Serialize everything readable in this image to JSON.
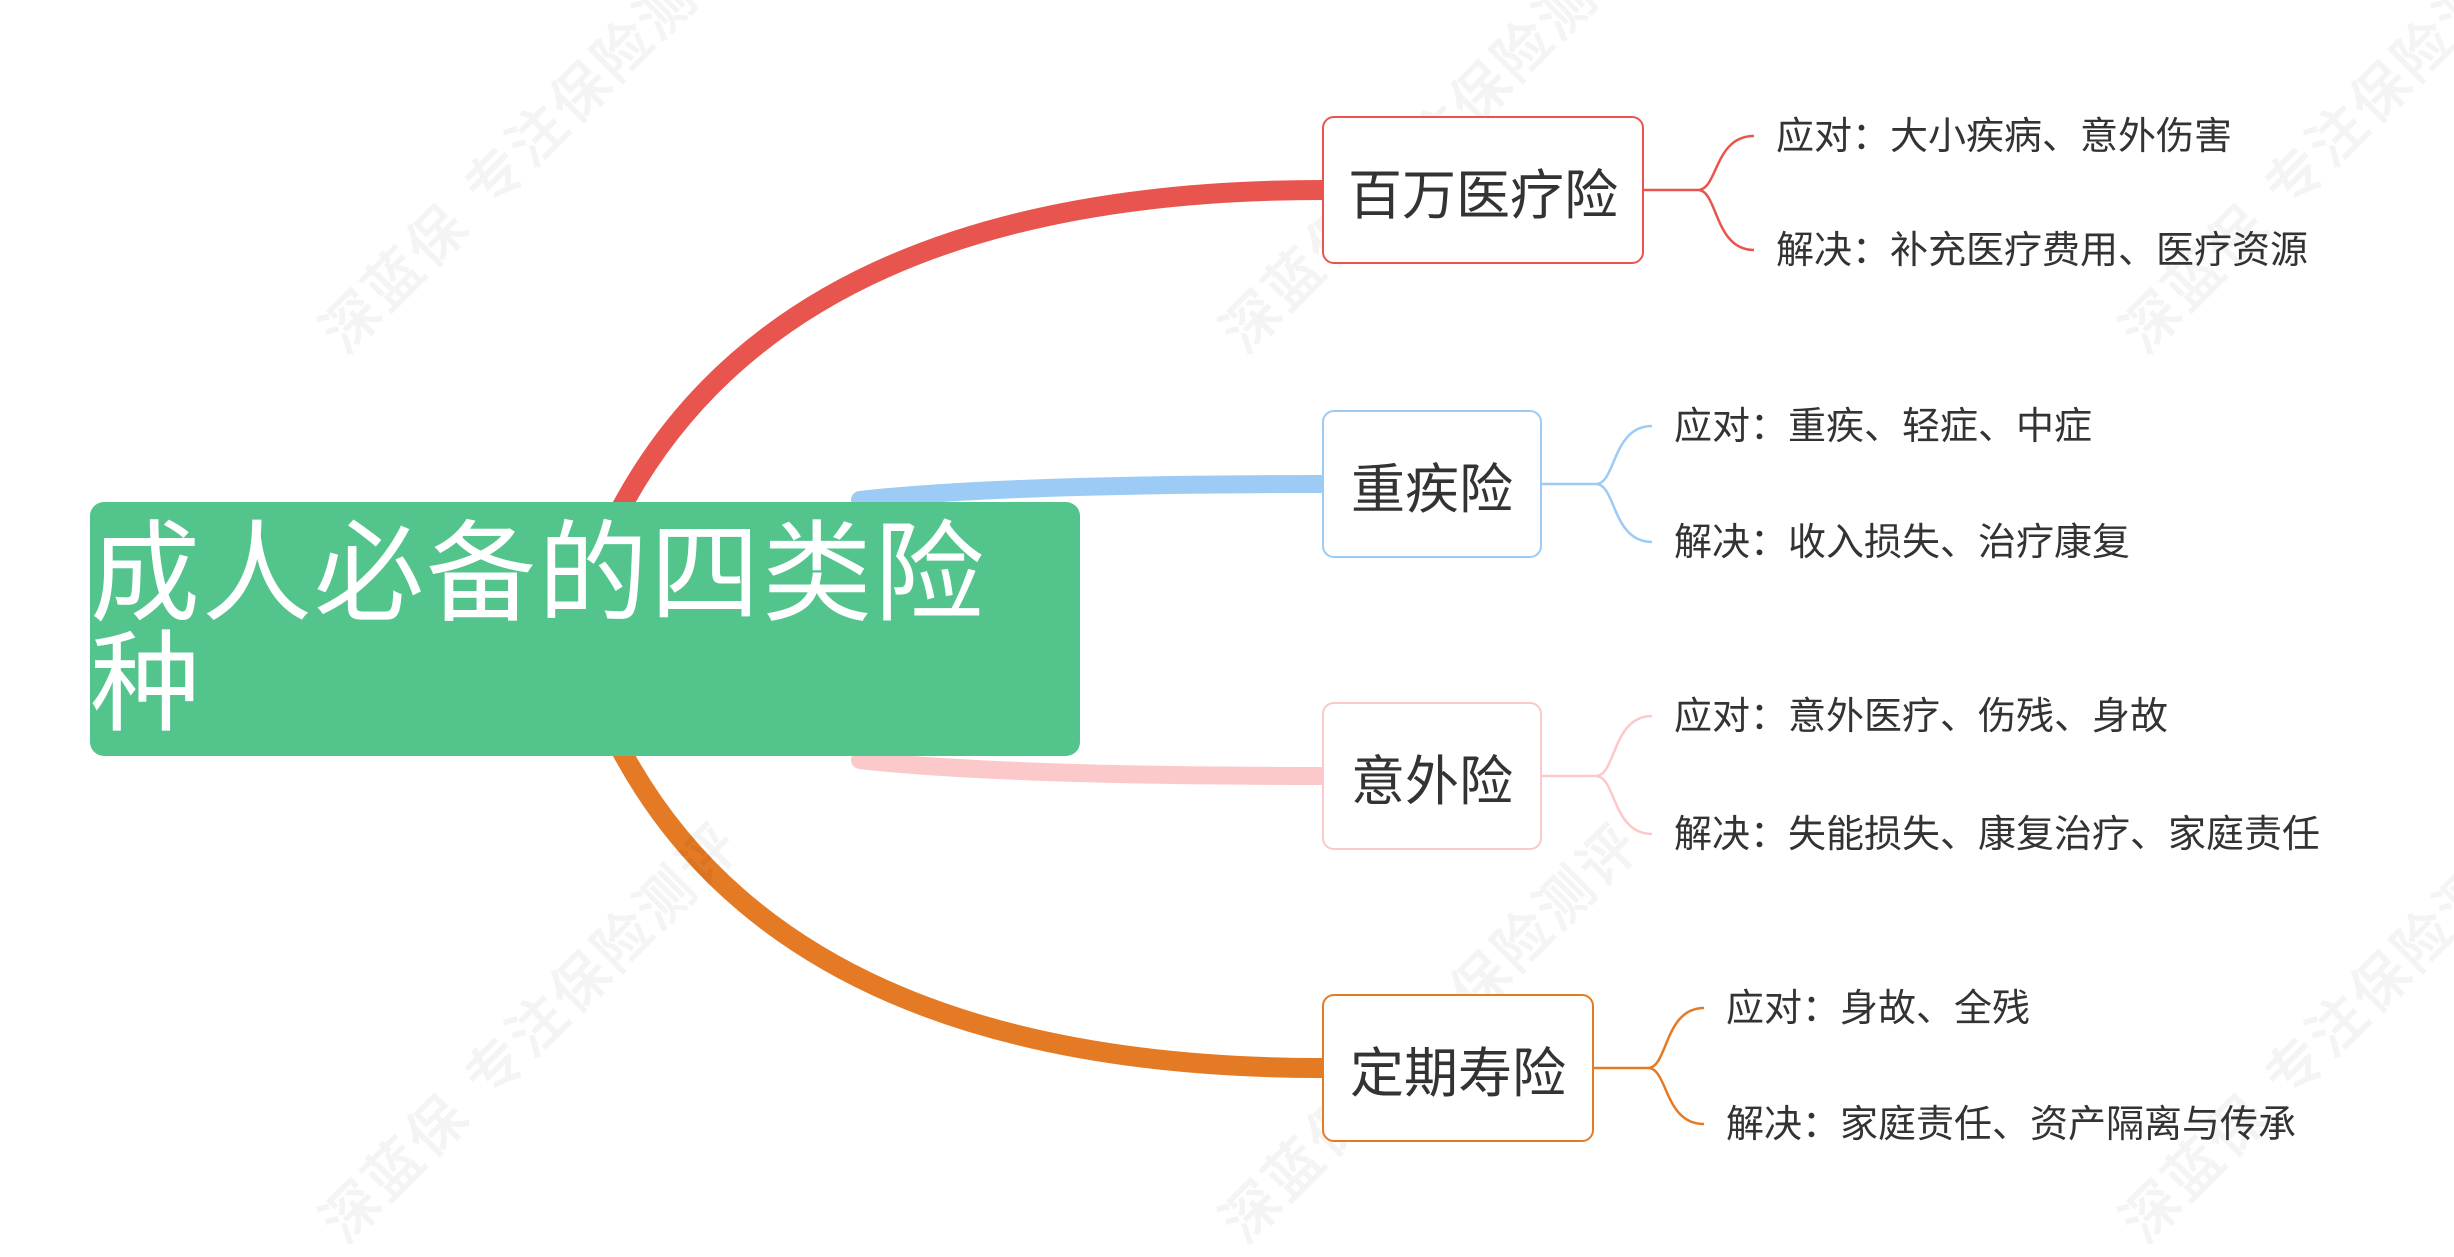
{
  "watermark_text": "深蓝保 专注保险测评",
  "central_topic": {
    "label": "成人必备的四类险种",
    "color": "#52c48c"
  },
  "branches": [
    {
      "label": "百万医疗险",
      "color": "#e8554e",
      "items": [
        "应对：大小疾病、意外伤害",
        "解决：补充医疗费用、医疗资源"
      ]
    },
    {
      "label": "重疾险",
      "color": "#9ccbf5",
      "items": [
        "应对：重疾、轻症、中症",
        "解决：收入损失、治疗康复"
      ]
    },
    {
      "label": "意外险",
      "color": "#fbc9c9",
      "items": [
        "应对：意外医疗、伤残、身故",
        "解决：失能损失、康复治疗、家庭责任"
      ]
    },
    {
      "label": "定期寿险",
      "color": "#e57a24",
      "items": [
        "应对：身故、全残",
        "解决：家庭责任、资产隔离与传承"
      ]
    }
  ]
}
